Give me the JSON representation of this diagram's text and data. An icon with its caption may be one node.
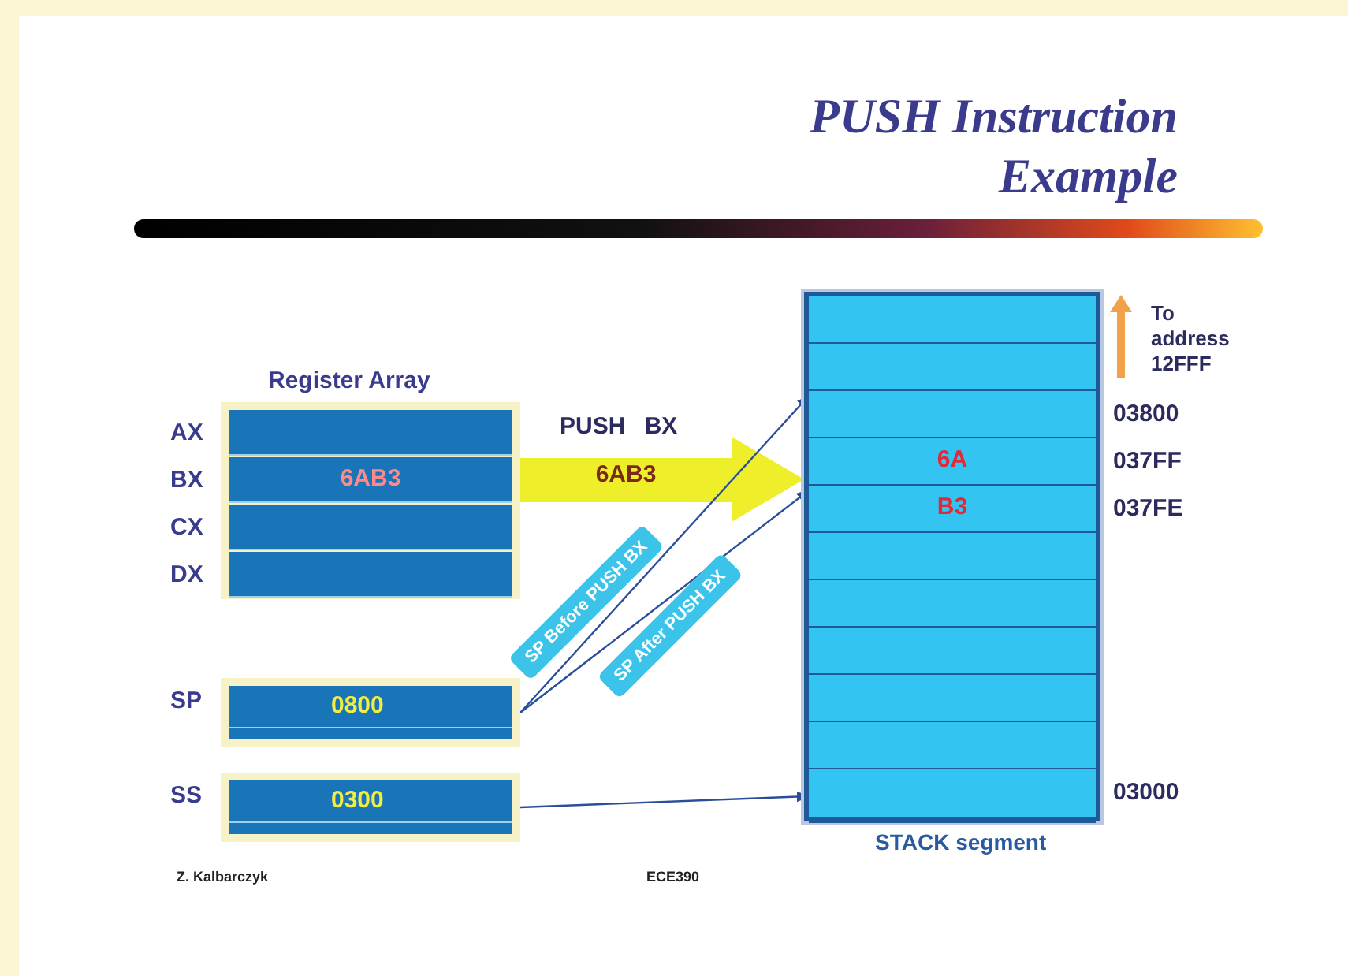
{
  "diagram": {
    "title": "PUSH Instruction Example",
    "nodes": [
      {
        "text": [
          "Register Array"
        ]
      },
      {
        "text": [],
        "shape": "box",
        "in": 0,
        "beside": [
          "AX"
        ]
      },
      {
        "text": [
          "6AB3"
        ],
        "in": 0,
        "beside": [
          "BX"
        ]
      },
      {
        "text": [],
        "shape": "box",
        "in": 0,
        "beside": [
          "CX"
        ]
      },
      {
        "text": [],
        "shape": "box",
        "in": 0,
        "beside": [
          "DX"
        ]
      },
      {
        "text": [
          "0800"
        ],
        "beside": [
          "SP"
        ]
      },
      {
        "text": [
          "0300"
        ],
        "beside": [
          "SS"
        ]
      },
      {
        "text": [
          "STACK segment"
        ]
      },
      {
        "text": [],
        "shape": "box",
        "in": 7
      },
      {
        "text": [],
        "shape": "box",
        "in": 7
      },
      {
        "text": [],
        "shape": "box",
        "in": 7,
        "beside": [
          "03800"
        ]
      },
      {
        "text": [
          "6A"
        ],
        "in": 7,
        "beside": [
          "037FF"
        ]
      },
      {
        "text": [
          "B3"
        ],
        "in": 7,
        "beside": [
          "037FE"
        ]
      },
      {
        "text": [],
        "shape": "box",
        "in": 7
      },
      {
        "text": [],
        "shape": "box",
        "in": 7
      },
      {
        "text": [],
        "shape": "box",
        "in": 7
      },
      {
        "text": [],
        "shape": "box",
        "in": 7
      },
      {
        "text": [],
        "shape": "box",
        "in": 7
      },
      {
        "text": [],
        "shape": "box",
        "in": 7,
        "beside": [
          "03000"
        ]
      }
    ],
    "edges": [
      {
        "from": 2,
        "to": 7,
        "arrow": "to",
        "label": "6AB3",
        "style": "thick",
        "color": "#eeee2a"
      },
      {
        "from": 5,
        "to": 10,
        "arrow": "to",
        "label": "SP Before PUSH BX"
      },
      {
        "from": 5,
        "to": 12,
        "arrow": "to",
        "label": "SP After PUSH BX"
      },
      {
        "from": 6,
        "to": 18,
        "arrow": "to"
      }
    ],
    "labels": [
      "PUSH BX",
      "To address 12FFF",
      "Z. Kalbarczyk",
      "ECE390"
    ]
  }
}
